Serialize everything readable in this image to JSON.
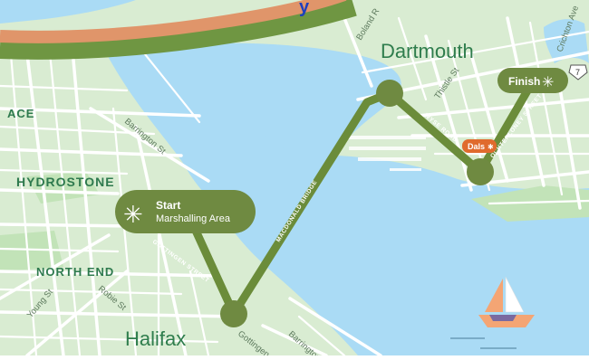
{
  "map": {
    "colors": {
      "land": "#d9ecd2",
      "water": "#aadbf5",
      "park": "#c2e3b8",
      "road": "#ffffff",
      "route": "#6b8c3a",
      "pin": "#6f8a41",
      "dals_badge": "#e06b2d",
      "band_orange": "#e0956a",
      "band_green": "#6f9642"
    },
    "labels": {
      "header_fragment": "y",
      "area_ace": "ACE",
      "hydrostone": "HYDROSTONE",
      "north_end": "NORTH END",
      "dartmouth": "Dartmouth",
      "halifax": "Halifax",
      "barrington": "Barrington St",
      "young": "Young St",
      "robie": "Robie St",
      "thistle": "Thistle St",
      "crichton": "Crichton Ave",
      "boland": "Boland R",
      "barrington_bottom": "Barrington",
      "gottingen_bottom": "Gottingen"
    },
    "route_labels": {
      "gottingen": "GOTTINGEN STREET",
      "bridge": "MACDONALD BRIDGE",
      "wyse": "WYSE ROAD",
      "ochterloney": "OCHTERLONEY STREET"
    },
    "start": {
      "title": "Start",
      "subtitle": "Marshalling Area",
      "icon": "sparkle-icon"
    },
    "finish": {
      "title": "Finish",
      "icon": "sparkle-icon"
    },
    "dals": {
      "label": "Dals",
      "icon": "sparkle-icon"
    },
    "highway_shield": "7"
  }
}
